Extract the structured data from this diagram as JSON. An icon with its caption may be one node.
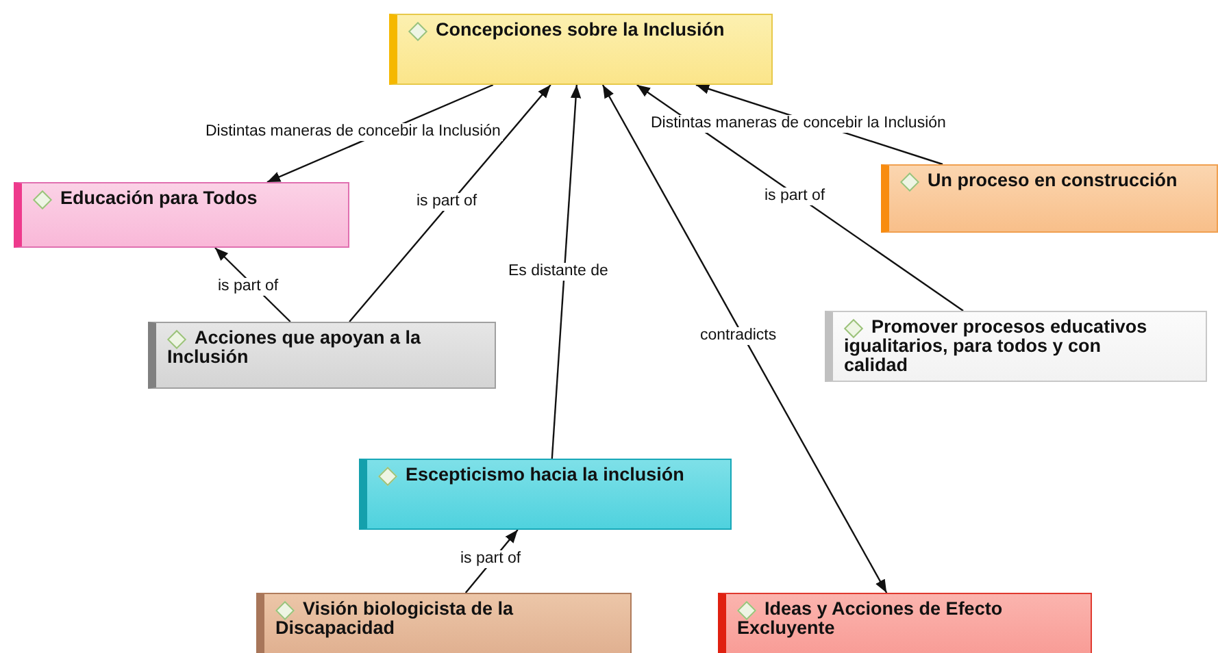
{
  "diagram": {
    "nodes": [
      {
        "text": [
          "Concepciones sobre la Inclusión"
        ]
      },
      {
        "text": [
          "Educación para Todos"
        ]
      },
      {
        "text": [
          "Un proceso en construcción"
        ]
      },
      {
        "text": [
          "Acciones que apoyan a la Inclusión"
        ]
      },
      {
        "text": [
          "Promover procesos educativos igualitarios, para todos  y con calidad"
        ]
      },
      {
        "text": [
          "Escepticismo hacia la inclusión"
        ]
      },
      {
        "text": [
          "Visión biologicista de la Discapacidad"
        ]
      },
      {
        "text": [
          "Ideas y Acciones de Efecto Excluyente"
        ]
      }
    ],
    "edges": [
      {
        "from": 0,
        "to": 1,
        "arrow": "to",
        "label": "Distintas maneras de concebir la Inclusión"
      },
      {
        "from": 3,
        "to": 0,
        "arrow": "to",
        "label": "is part of"
      },
      {
        "from": 3,
        "to": 1,
        "arrow": "to",
        "label": "is part of"
      },
      {
        "from": 5,
        "to": 0,
        "arrow": "to",
        "label": "Es distante de"
      },
      {
        "from": 0,
        "to": 7,
        "arrow": "both",
        "label": "contradicts"
      },
      {
        "from": 4,
        "to": 0,
        "arrow": "to",
        "label": "is part of"
      },
      {
        "from": 2,
        "to": 0,
        "arrow": "to",
        "label": "Distintas maneras de concebir la Inclusión"
      },
      {
        "from": 6,
        "to": 5,
        "arrow": "to",
        "label": "is part of"
      }
    ]
  }
}
